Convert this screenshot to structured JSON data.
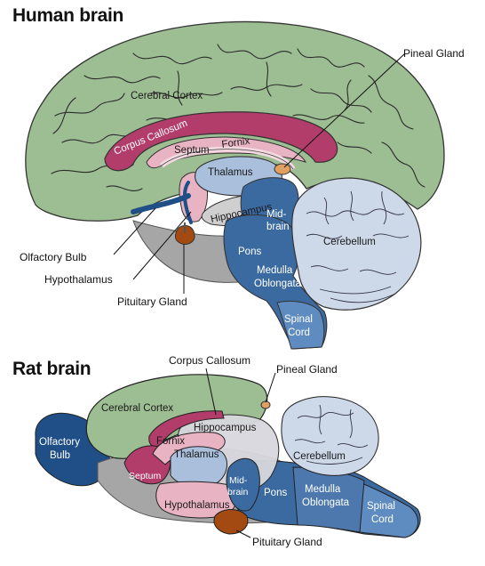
{
  "human": {
    "title": "Human brain",
    "labels": {
      "cerebral_cortex": "Cerebral Cortex",
      "corpus_callosum": "Corpus Callosum",
      "septum": "Septum",
      "fornix": "Fornix",
      "thalamus": "Thalamus",
      "hippocampus": "Hippocampus",
      "midbrain_1": "Mid-",
      "midbrain_2": "brain",
      "cerebellum": "Cerebellum",
      "pons": "Pons",
      "medulla_1": "Medulla",
      "medulla_2": "Oblongata",
      "spinal_1": "Spinal",
      "spinal_2": "Cord",
      "pineal_gland": "Pineal Gland",
      "olfactory_bulb": "Olfactory Bulb",
      "hypothalamus": "Hypothalamus",
      "pituitary_gland": "Pituitary Gland"
    }
  },
  "rat": {
    "title": "Rat brain",
    "labels": {
      "corpus_callosum": "Corpus Callosum",
      "pineal_gland": "Pineal Gland",
      "cerebral_cortex": "Cerebral Cortex",
      "hippocampus": "Hippocampus",
      "olfactory_1": "Olfactory",
      "olfactory_2": "Bulb",
      "fornix": "Fornix",
      "thalamus": "Thalamus",
      "cerebellum": "Cerebellum",
      "septum": "Septum",
      "midbrain_1": "Mid-",
      "midbrain_2": "brain",
      "pons": "Pons",
      "medulla_1": "Medulla",
      "medulla_2": "Oblongata",
      "spinal_1": "Spinal",
      "spinal_2": "Cord",
      "hypothalamus": "Hypothalamus",
      "pituitary_gland": "Pituitary Gland"
    }
  },
  "colors": {
    "cortex": "#9dbd92",
    "corpus_callosum": "#b23c6a",
    "septum_pink": "#e8b3c3",
    "thalamus": "#a9bfdc",
    "gray": "#a6a6a6",
    "hindbrain": "#3b6aa0",
    "dark_blue": "#1f4f86",
    "cerebellum": "#cdd8e8",
    "orange": "#a24a12",
    "pineal": "#e0a060"
  }
}
